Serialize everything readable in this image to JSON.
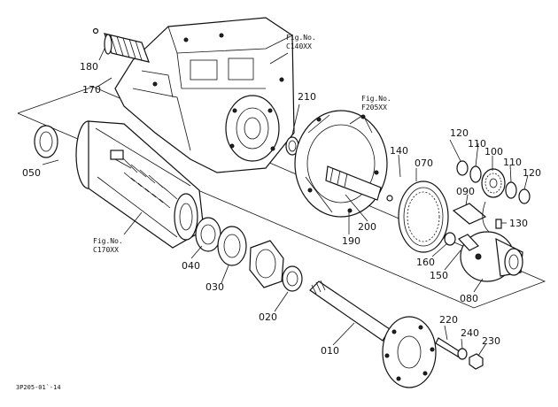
{
  "fig_refs": {
    "c140": {
      "line1": "Fig.No.",
      "line2": "C140XX"
    },
    "f205": {
      "line1": "Fig.No.",
      "line2": "F205XX"
    },
    "c170": {
      "line1": "Fig.No.",
      "line2": "C170XX"
    }
  },
  "part_labels": {
    "p180": "180",
    "p170": "170",
    "p210": "210",
    "p050": "050",
    "p140": "140",
    "p070": "070",
    "p120a": "120",
    "p110a": "110",
    "p100": "100",
    "p110b": "110",
    "p120b": "120",
    "p090": "090",
    "p130": "130",
    "p200": "200",
    "p190": "190",
    "p160": "160",
    "p150": "150",
    "p080": "080",
    "p040": "040",
    "p030": "030",
    "p020": "020",
    "p010": "010",
    "p220": "220",
    "p240": "240",
    "p230": "230"
  },
  "diagram_code": "3P205-01`-14"
}
